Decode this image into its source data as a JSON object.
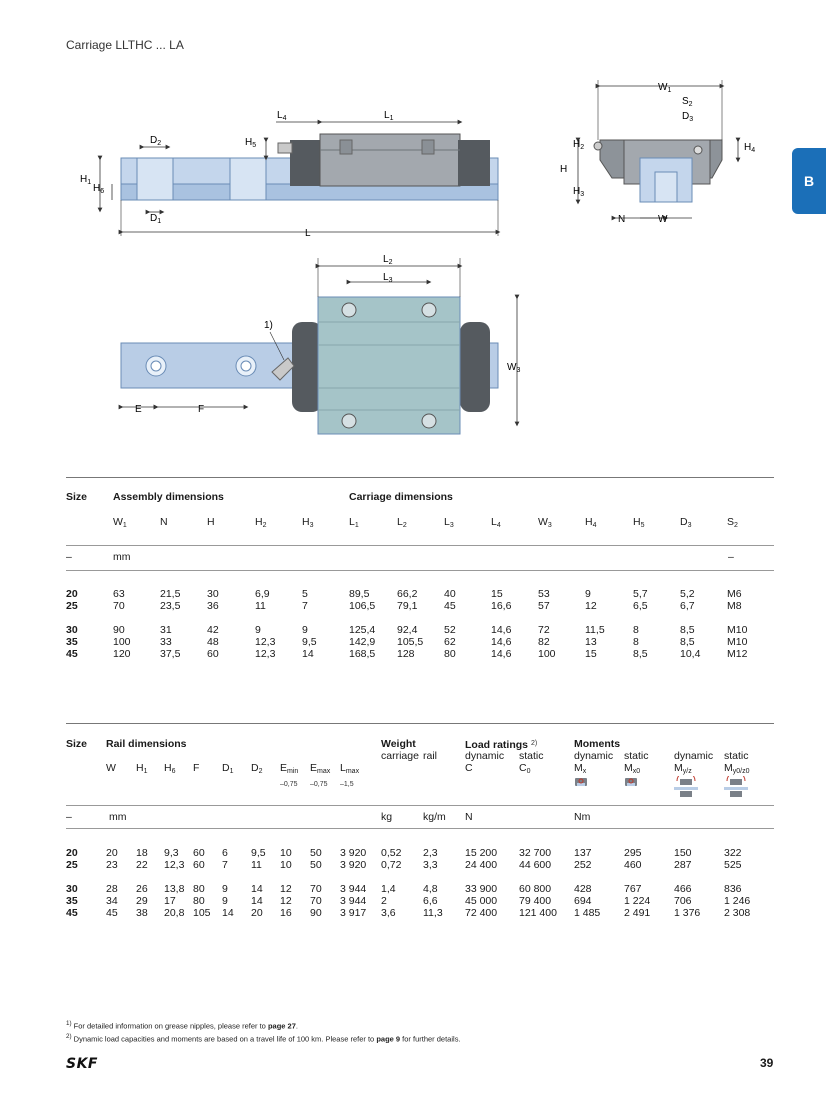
{
  "page_title": "Carriage LLTHC ... LA",
  "tab_letter": "B",
  "page_number": "39",
  "logo_text": "SKF",
  "drawing_labels": {
    "W1": "W1",
    "S2": "S2",
    "D3": "D3",
    "H2": "H2",
    "H4": "H4",
    "H": "H",
    "H3": "H3",
    "N": "N",
    "W": "W",
    "L4": "L4",
    "L1": "L1",
    "D2": "D2",
    "H5": "H5",
    "H1": "H1",
    "H6": "H6",
    "D1": "D1",
    "L": "L",
    "L2": "L2",
    "L3": "L3",
    "W3": "W3",
    "E": "E",
    "F": "F",
    "note1": "1)"
  },
  "table1": {
    "col_size": "Size",
    "group_assembly": "Assembly dimensions",
    "group_carriage": "Carriage dimensions",
    "unit_dash_left": "–",
    "unit_mm": "mm",
    "unit_dash_right": "–",
    "headers": [
      "W1",
      "N",
      "H",
      "H2",
      "H3",
      "L1",
      "L2",
      "L3",
      "L4",
      "W3",
      "H4",
      "H5",
      "D3",
      "S2"
    ],
    "rows": [
      [
        "20",
        "63",
        "21,5",
        "30",
        "6,9",
        "5",
        "89,5",
        "66,2",
        "40",
        "15",
        "53",
        "9",
        "5,7",
        "5,2",
        "M6"
      ],
      [
        "25",
        "70",
        "23,5",
        "36",
        "11",
        "7",
        "106,5",
        "79,1",
        "45",
        "16,6",
        "57",
        "12",
        "6,5",
        "6,7",
        "M8"
      ],
      [
        "30",
        "90",
        "31",
        "42",
        "9",
        "9",
        "125,4",
        "92,4",
        "52",
        "14,6",
        "72",
        "11,5",
        "8",
        "8,5",
        "M10"
      ],
      [
        "35",
        "100",
        "33",
        "48",
        "12,3",
        "9,5",
        "142,9",
        "105,5",
        "62",
        "14,6",
        "82",
        "13",
        "8",
        "8,5",
        "M10"
      ],
      [
        "45",
        "120",
        "37,5",
        "60",
        "12,3",
        "14",
        "168,5",
        "128",
        "80",
        "14,6",
        "100",
        "15",
        "8,5",
        "10,4",
        "M12"
      ]
    ]
  },
  "table2": {
    "col_size": "Size",
    "group_rail": "Rail dimensions",
    "group_weight": "Weight",
    "weight_carriage": "carriage",
    "weight_rail": "rail",
    "group_load": "Load ratings",
    "group_load_note": "2)",
    "load_dynamic": "dynamic",
    "load_static": "static",
    "load_C": "C",
    "load_C0": "C0",
    "group_moments": "Moments",
    "m_dyn1": "dynamic",
    "m_stat1": "static",
    "m_dyn2": "dynamic",
    "m_stat2": "static",
    "m_Mx": "Mx",
    "m_Mx0": "Mx0",
    "m_Myz": "Myz",
    "m_My0z0": "My0z0",
    "rail_headers": [
      "W",
      "H1",
      "H6",
      "F",
      "D1",
      "D2",
      "Emin",
      "Emax",
      "Lmax"
    ],
    "tolerances": [
      "–0,75",
      "–0,75",
      "–1,5"
    ],
    "unit_dash": "–",
    "unit_mm": "mm",
    "unit_kg": "kg",
    "unit_kgm": "kg/m",
    "unit_N": "N",
    "unit_Nm": "Nm",
    "rows": [
      [
        "20",
        "20",
        "18",
        "9,3",
        "60",
        "6",
        "9,5",
        "10",
        "50",
        "3 920",
        "0,52",
        "2,3",
        "15 200",
        "32 700",
        "137",
        "295",
        "150",
        "322"
      ],
      [
        "25",
        "23",
        "22",
        "12,3",
        "60",
        "7",
        "11",
        "10",
        "50",
        "3 920",
        "0,72",
        "3,3",
        "24 400",
        "44 600",
        "252",
        "460",
        "287",
        "525"
      ],
      [
        "30",
        "28",
        "26",
        "13,8",
        "80",
        "9",
        "14",
        "12",
        "70",
        "3 944",
        "1,4",
        "4,8",
        "33 900",
        "60 800",
        "428",
        "767",
        "466",
        "836"
      ],
      [
        "35",
        "34",
        "29",
        "17",
        "80",
        "9",
        "14",
        "12",
        "70",
        "3 944",
        "2",
        "6,6",
        "45 000",
        "79 400",
        "694",
        "1 224",
        "706",
        "1 246"
      ],
      [
        "45",
        "45",
        "38",
        "20,8",
        "105",
        "14",
        "20",
        "16",
        "90",
        "3 917",
        "3,6",
        "11,3",
        "72 400",
        "121 400",
        "1 485",
        "2 491",
        "1 376",
        "2 308"
      ]
    ]
  },
  "footnotes": [
    {
      "mark": "1)",
      "text": "For detailed information on grease nipples, please refer to ",
      "ref": "page 27",
      "tail": "."
    },
    {
      "mark": "2)",
      "text": "Dynamic load capacities and moments are based on a travel life of 100 km. Please refer to ",
      "ref": "page 9",
      "tail": " for further details."
    }
  ],
  "colors": {
    "accent_blue": "#1b6fb8",
    "rail_blue": "#b9cde6",
    "carriage_gray": "#9aa0a6",
    "dark_gray": "#555a5f"
  }
}
